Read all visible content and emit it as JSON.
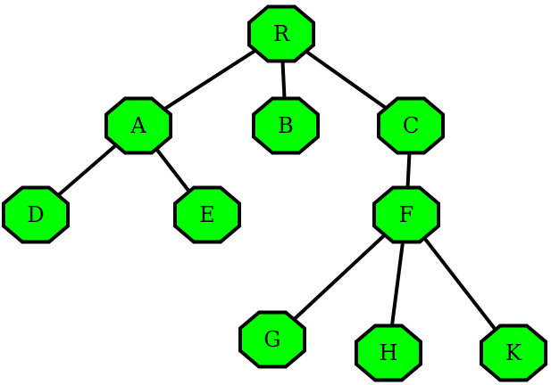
{
  "colors": {
    "node_fill": "#00ff00",
    "outline": "#000000",
    "background": "#ffffff"
  },
  "nodes": [
    {
      "id": "R",
      "label": "R"
    },
    {
      "id": "A",
      "label": "A"
    },
    {
      "id": "B",
      "label": "B"
    },
    {
      "id": "C",
      "label": "C"
    },
    {
      "id": "D",
      "label": "D"
    },
    {
      "id": "E",
      "label": "E"
    },
    {
      "id": "F",
      "label": "F"
    },
    {
      "id": "G",
      "label": "G"
    },
    {
      "id": "H",
      "label": "H"
    },
    {
      "id": "K",
      "label": "K"
    }
  ],
  "edges": [
    {
      "from": "R",
      "to": "A"
    },
    {
      "from": "R",
      "to": "B"
    },
    {
      "from": "R",
      "to": "C"
    },
    {
      "from": "A",
      "to": "D"
    },
    {
      "from": "A",
      "to": "E"
    },
    {
      "from": "C",
      "to": "F"
    },
    {
      "from": "F",
      "to": "G"
    },
    {
      "from": "F",
      "to": "H"
    },
    {
      "from": "F",
      "to": "K"
    }
  ]
}
